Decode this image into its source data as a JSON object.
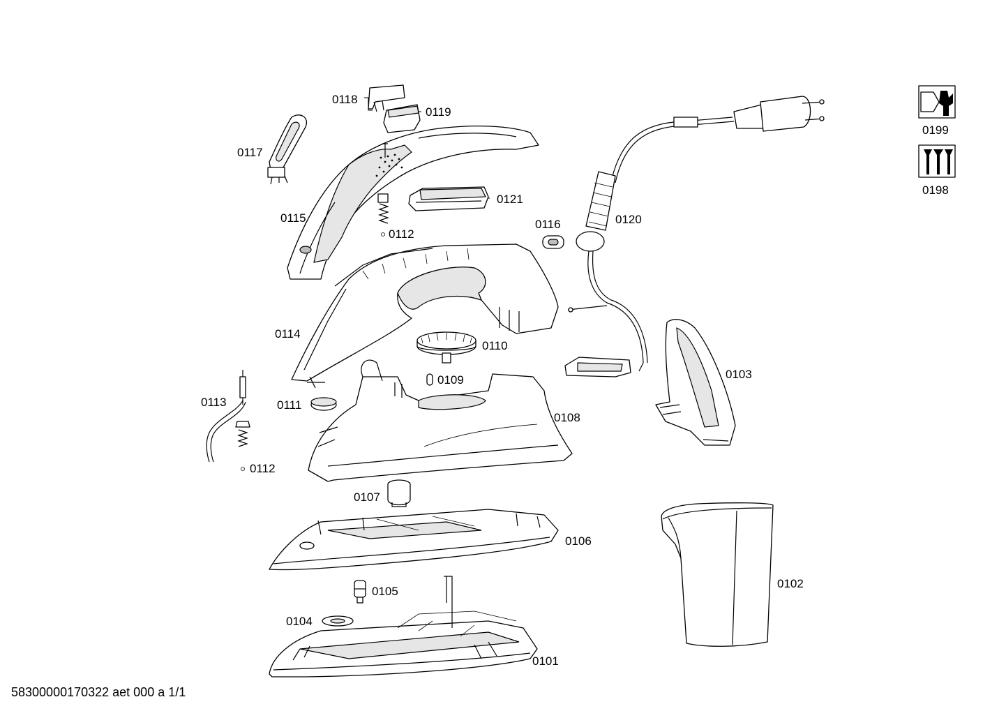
{
  "diagram": {
    "labels": {
      "p0101": "0101",
      "p0102": "0102",
      "p0103": "0103",
      "p0104": "0104",
      "p0105": "0105",
      "p0106": "0106",
      "p0107": "0107",
      "p0108": "0108",
      "p0109": "0109",
      "p0110": "0110",
      "p0111": "0111",
      "p0112a": "0112",
      "p0112b": "0112",
      "p0113": "0113",
      "p0114": "0114",
      "p0115": "0115",
      "p0116": "0116",
      "p0117": "0117",
      "p0118": "0118",
      "p0119": "0119",
      "p0120": "0120",
      "p0121": "0121",
      "p0198": "0198",
      "p0199": "0199"
    },
    "icons": {
      "p0199": "wrench-tool-icon",
      "p0198": "screws-icon"
    },
    "footer": "58300000170322 aet 000 a 1/1"
  }
}
